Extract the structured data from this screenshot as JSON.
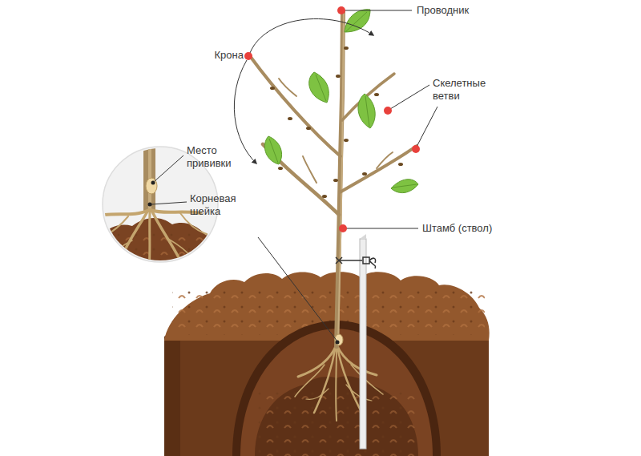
{
  "diagram": {
    "labels": [
      "Проводник",
      "Крона",
      "Скелетные ветви",
      "Место прививки",
      "Корневая шейка",
      "Штамб (ствол)"
    ]
  }
}
